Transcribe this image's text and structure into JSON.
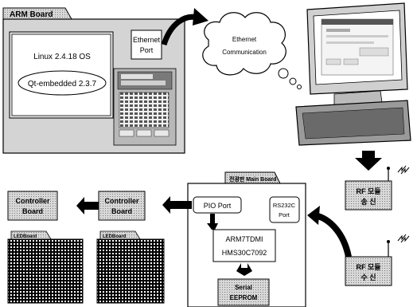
{
  "arm_board": {
    "tab_label": "ARM Board",
    "os_label": "Linux 2.4.18 OS",
    "qt_label": "Qt-embedded 2.3.7",
    "ethernet_line1": "Ethernet",
    "ethernet_line2": "Port"
  },
  "cloud": {
    "line1": "Ethernet",
    "line2": "Communication"
  },
  "main_board": {
    "tab_label": "전광판 Main Board",
    "pio_label": "PIO Port",
    "rs232_line1": "RS232C",
    "rs232_line2": "Port",
    "cpu_line1": "ARM7TDMI",
    "cpu_line2": "HMS30C7092",
    "eeprom_line1": "Serial",
    "eeprom_line2": "EEPROM"
  },
  "rf_tx": {
    "line1": "RF 모듈",
    "line2": "송 신"
  },
  "rf_rx": {
    "line1": "RF 모듈",
    "line2": "수 신"
  },
  "controller_boards": [
    {
      "line1": "Controller",
      "line2": "Board"
    },
    {
      "line1": "Controller",
      "line2": "Board"
    }
  ],
  "led_boards": [
    {
      "label": "LEDBoard"
    },
    {
      "label": "LEDBoard"
    }
  ]
}
